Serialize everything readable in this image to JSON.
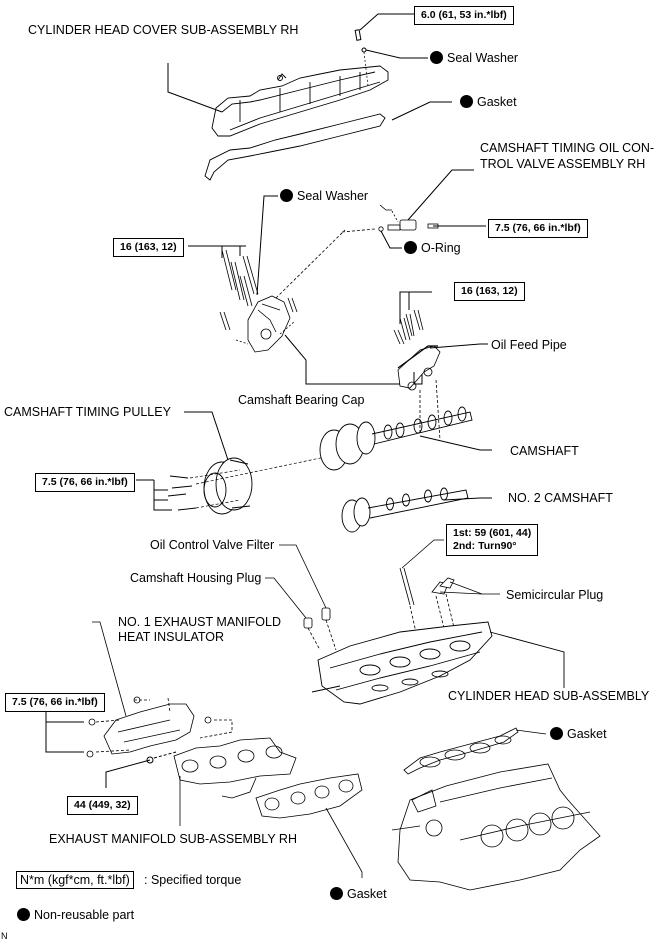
{
  "diagram": {
    "parts": {
      "cylinder_head_cover": "CYLINDER HEAD COVER SUB-ASSEMBLY RH",
      "seal_washer_top": "Seal Washer",
      "gasket_cover": "Gasket",
      "ocv_line1": "CAMSHAFT TIMING OIL CON-",
      "ocv_line2": "TROL VALVE ASSEMBLY RH",
      "seal_washer_mid": "Seal Washer",
      "o_ring": "O-Ring",
      "oil_feed_pipe": "Oil Feed Pipe",
      "camshaft_bearing_cap": "Camshaft Bearing Cap",
      "camshaft_timing_pulley": "CAMSHAFT TIMING PULLEY",
      "camshaft": "CAMSHAFT",
      "no2_camshaft": "NO. 2 CAMSHAFT",
      "oil_control_valve_filter": "Oil Control Valve Filter",
      "camshaft_housing_plug": "Camshaft Housing Plug",
      "semicircular_plug": "Semicircular Plug",
      "heat_insulator_line1": "NO. 1 EXHAUST MANIFOLD",
      "heat_insulator_line2": "HEAT INSULATOR",
      "cylinder_head": "CYLINDER HEAD SUB-ASSEMBLY",
      "gasket_head": "Gasket",
      "exhaust_manifold": "EXHAUST MANIFOLD SUB-ASSEMBLY RH",
      "gasket_manifold": "Gasket"
    },
    "torques": {
      "cover_bolt": "6.0 (61, 53 in.*lbf)",
      "ocv_bolt": "7.5 (76, 66 in.*lbf)",
      "bearing_cap_left": "16 (163, 12)",
      "bearing_cap_right": "16 (163, 12)",
      "pulley_bolts": "7.5 (76, 66 in.*lbf)",
      "head_bolt_1st": "1st: 59 (601, 44)",
      "head_bolt_2nd": "2nd: Turn90°",
      "insulator_bolts": "7.5 (76, 66 in.*lbf)",
      "manifold_nut": "44 (449, 32)"
    },
    "legend": {
      "torque_unit": "N*m (kgf*cm, ft.*lbf)",
      "torque_desc": ": Specified torque",
      "non_reusable": "Non-reusable part"
    },
    "footer_code": "N"
  }
}
